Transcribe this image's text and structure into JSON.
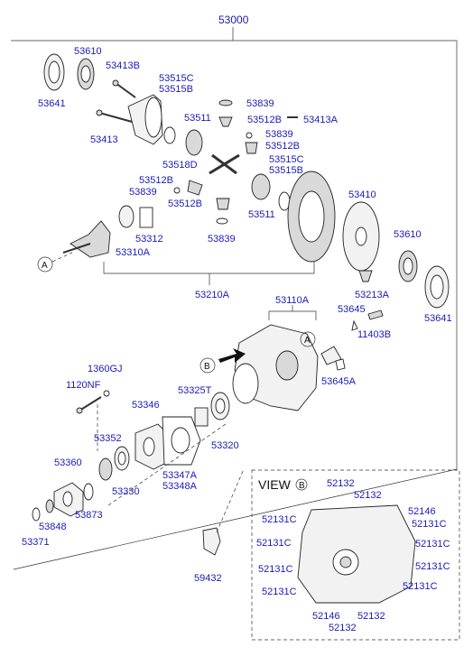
{
  "labels": {
    "l53000": "53000",
    "l53610a": "53610",
    "l53641a": "53641",
    "l53413b": "53413B",
    "l53413": "53413",
    "l53515c_a": "53515C",
    "l53515b_a": "53515B",
    "l53839_a": "53839",
    "l53511_a": "53511",
    "l53512b_a": "53512B",
    "l53413a": "53413A",
    "l53839_b": "53839",
    "l53512b_b": "53512B",
    "l53518d": "53518D",
    "l53515c_b": "53515C",
    "l53515b_b": "53515B",
    "l53512b_c": "53512B",
    "l53839_c": "53839",
    "l53512b_d": "53512B",
    "l53410": "53410",
    "l53312": "53312",
    "l53310a": "53310A",
    "l53511_b": "53511",
    "l53839_d": "53839",
    "l53610b": "53610",
    "l53213a": "53213A",
    "l53641b": "53641",
    "l53210a": "53210A",
    "l53110a": "53110A",
    "l53645": "53645",
    "l11403b": "11403B",
    "l53645a": "53645A",
    "l1360gj": "1360GJ",
    "l1120nf": "1120NF",
    "l53346": "53346",
    "l53325t": "53325T",
    "l53352": "53352",
    "l53320": "53320",
    "l53360": "53360",
    "l53330": "53330",
    "l53347a": "53347A",
    "l53348a": "53348A",
    "l53873": "53873",
    "l53848": "53848",
    "l53371": "53371",
    "l59432": "59432",
    "callout_a1": "A",
    "callout_a2": "A",
    "callout_b": "B"
  },
  "view_b": {
    "title": "VIEW",
    "title_circle": "B",
    "labels": {
      "v52132_top1": "52132",
      "v52132_top2": "52132",
      "v52146_top": "52146",
      "v52131c_tr": "52131C",
      "v52131c_l1": "52131C",
      "v52131c_l2": "52131C",
      "v52131c_r1": "52131C",
      "v52131c_l3": "52131C",
      "v52131c_r2": "52131C",
      "v52131c_l4": "52131C",
      "v52131c_r3": "52131C",
      "v52146_bot": "52146",
      "v52132_bot1": "52132",
      "v52132_bot2": "52132"
    }
  },
  "colors": {
    "label": "#1a1ab8",
    "line": "#333333",
    "background": "#ffffff"
  }
}
